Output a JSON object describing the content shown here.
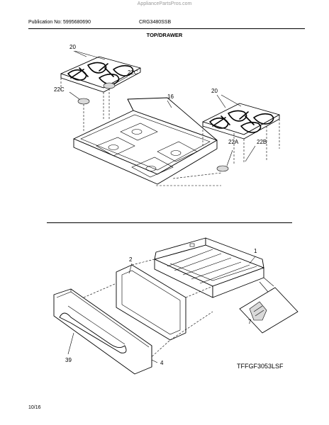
{
  "header": {
    "watermark": "AppliancePartsPros.com",
    "publication": "Publication No: 5995680690",
    "model": "CRG3480SSB",
    "section_title": "TOP/DRAWER"
  },
  "callouts": {
    "grates_left": "20",
    "grates_right": "20",
    "cap_22c_top": "22C",
    "cap_22c_left": "22C",
    "cooktop": "16",
    "cap_22a": "22A",
    "cap_22b": "22B",
    "drawer_body": "1",
    "drawer_panel": "2",
    "drawer_front": "39",
    "drawer_trim": "4",
    "drawer_slide": "7"
  },
  "footer": {
    "figure_code": "TFFGF3053LSF",
    "page": "10/16"
  }
}
